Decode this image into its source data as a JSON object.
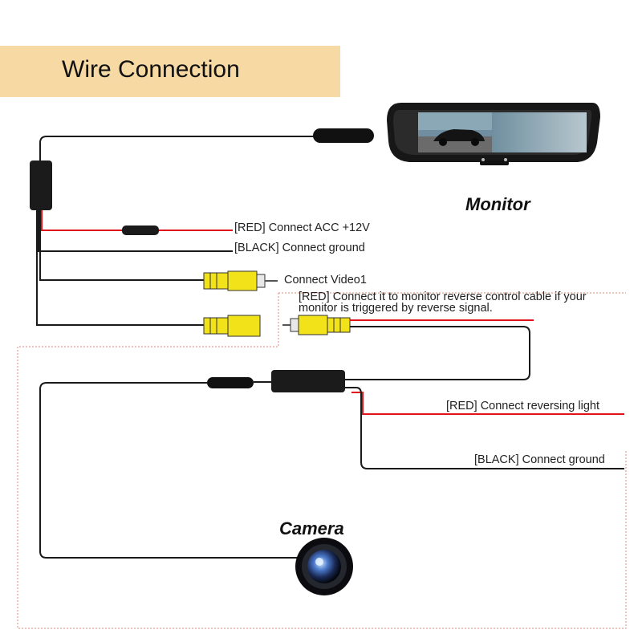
{
  "title": "Wire Connection",
  "monitor_label": "Monitor",
  "camera_label": "Camera",
  "labels": {
    "red_acc": "[RED] Connect ACC +12V",
    "black_ground_top": "[BLACK] Connect ground",
    "video": "Connect Video1",
    "red_reverse_line1": "[RED] Connect it to monitor reverse control cable if your",
    "red_reverse_line2": "monitor is triggered by reverse signal.",
    "red_reversing_light": "[RED] Connect reversing light",
    "black_ground_bottom": "[BLACK] Connect ground"
  },
  "colors": {
    "title_band": "#f7d9a4",
    "red_wire": "#e0121a",
    "black_wire": "#222222",
    "rca_yellow": "#f2e21a",
    "dotted_boundary": "#e08a7a"
  }
}
